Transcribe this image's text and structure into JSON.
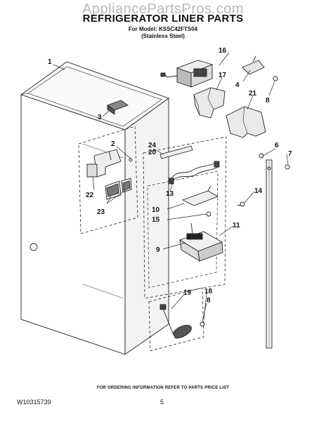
{
  "watermark": "AppliancePartsPros.com",
  "title": "REFRIGERATOR LINER PARTS",
  "model_line": "For Model: KSSC42FTS04",
  "finish_line": "(Stainless Steel)",
  "footer_note": "FOR ORDERING INFORMATION REFER TO PARTS PRICE LIST",
  "doc_id": "W10315739",
  "page_number": "5",
  "callouts": {
    "c1": "1",
    "c2": "2",
    "c3": "3",
    "c4": "4",
    "c6": "6",
    "c7": "7",
    "c8a": "8",
    "c8b": "8",
    "c9": "9",
    "c10": "10",
    "c11": "11",
    "c13": "13",
    "c14": "14",
    "c15": "15",
    "c16": "16",
    "c17": "17",
    "c18": "18",
    "c19": "19",
    "c20": "20",
    "c21": "21",
    "c22": "22",
    "c23": "23",
    "c24": "24"
  }
}
